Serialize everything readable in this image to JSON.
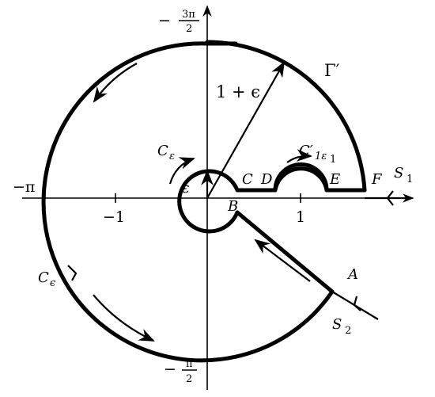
{
  "labels": {
    "top_axis_prefix": "−",
    "top_axis_num": "3π",
    "top_axis_den": "2",
    "bottom_axis_prefix": "−",
    "bottom_axis_num": "π",
    "bottom_axis_den": "2",
    "left_axis": "−π",
    "tick_minus_one": "−1",
    "tick_one": "1",
    "radius_label": "1 + ϵ",
    "gamma_prime": "Γ′",
    "c_epsilon_small": "C",
    "c_epsilon_small_sub": "ε",
    "epsilon": "ε",
    "c_prime": "C′",
    "c_prime_sub": "1ε",
    "c_prime_sub2": "1",
    "point_C": "C",
    "point_D": "D",
    "point_E": "E",
    "point_F": "F",
    "point_B": "B",
    "point_A": "A",
    "s1": "S",
    "s1_sub": "1",
    "s2": "S",
    "s2_sub": "2",
    "c_eps_big": "C",
    "c_eps_big_sub": "ϵ"
  },
  "colors": {
    "ink": "#000000",
    "background": "#ffffff"
  }
}
